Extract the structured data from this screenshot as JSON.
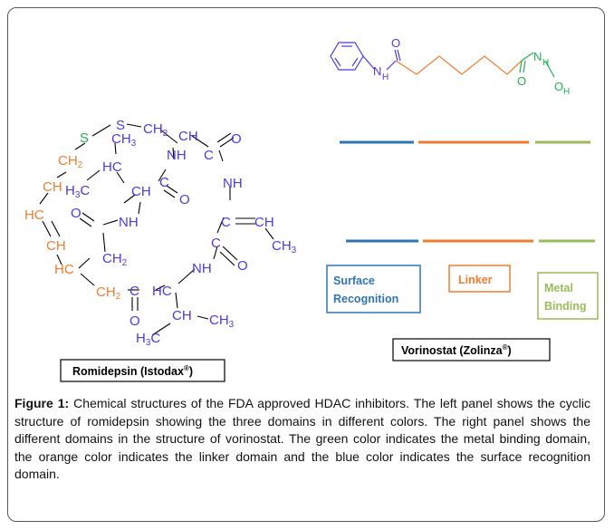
{
  "figure": {
    "romidepsin": {
      "label": "Romidepsin (Istodax",
      "reg": "®",
      "close": ")",
      "atoms": {
        "S": "S",
        "CH": "CH",
        "C": "C",
        "CH3": "CH",
        "H3C": "H",
        "HC": "HC",
        "NH": "NH",
        "N": "N",
        "H": "H",
        "O": "O",
        "H3": "H",
        "three": "3",
        "two": "2",
        "C_small": "C"
      }
    },
    "vorinostat": {
      "label": "Vorinostat (Zolinza",
      "reg": "®",
      "close": ")",
      "atoms": {
        "N": "N",
        "H": "H",
        "O": "O",
        "OH": "O",
        "Hsub": "H"
      }
    },
    "domains": {
      "surface": {
        "line1": "Surface",
        "line2": "Recognition",
        "color": "#2e75b6"
      },
      "linker": {
        "label": "Linker",
        "color": "#ed7d31"
      },
      "metal": {
        "line1": "Metal",
        "line2": "Binding",
        "color": "#9bbb59"
      }
    },
    "colors": {
      "blue_atoms": "#4b3bdc",
      "orange_atoms": "#ed7d31",
      "green_atoms": "#22b14c",
      "bond": "#000000"
    }
  },
  "caption": {
    "label": "Figure 1:",
    "text": " Chemical structures of the FDA approved HDAC inhibitors. The left panel shows the cyclic structure of romidepsin showing the three domains in different colors. The right panel shows the different domains in the structure of vorinostat. The green color indicates the metal binding domain, the orange color indicates the linker domain and the blue color indicates the surface recognition domain."
  }
}
